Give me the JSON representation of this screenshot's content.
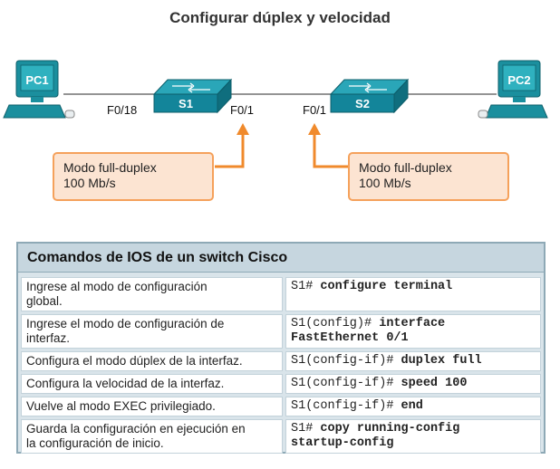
{
  "title": "Configurar dúplex y velocidad",
  "topology": {
    "pc1_label": "PC1",
    "pc2_label": "PC2",
    "s1_label": "S1",
    "s2_label": "S2",
    "port_s1_left": "F0/18",
    "port_s1_right": "F0/1",
    "port_s2_left": "F0/1",
    "colors": {
      "switch": "#13859a",
      "pc": "#1b8f9e",
      "arrow": "#f08a2c",
      "callout_border": "#f5a15b",
      "callout_fill": "#fce4d2"
    }
  },
  "callouts": [
    {
      "line1": "Modo full-duplex",
      "line2": "100 Mb/s"
    },
    {
      "line1": "Modo full-duplex",
      "line2": "100 Mb/s"
    }
  ],
  "panel": {
    "header": "Comandos de IOS de un switch Cisco",
    "rows": [
      {
        "desc_line1": "Ingrese al modo de configuración",
        "desc_line2": "global.",
        "prompt1": "S1#",
        "bold1": "configure terminal",
        "prompt2": "",
        "bold2": ""
      },
      {
        "desc_line1": "Ingrese el modo de configuración de",
        "desc_line2": "interfaz.",
        "prompt1": "S1(config)#",
        "bold1": "interface",
        "prompt2": "",
        "bold2": "FastEthernet 0/1"
      },
      {
        "desc_line1": "Configura el modo dúplex de la interfaz.",
        "desc_line2": "",
        "prompt1": "S1(config-if)#",
        "bold1": "duplex full",
        "prompt2": "",
        "bold2": ""
      },
      {
        "desc_line1": "Configura la velocidad de la interfaz.",
        "desc_line2": "",
        "prompt1": "S1(config-if)#",
        "bold1": "speed 100",
        "prompt2": "",
        "bold2": ""
      },
      {
        "desc_line1": "Vuelve al modo EXEC privilegiado.",
        "desc_line2": "",
        "prompt1": "S1(config-if)#",
        "bold1": "end",
        "prompt2": "",
        "bold2": ""
      },
      {
        "desc_line1": "Guarda la configuración en ejecución en",
        "desc_line2": "la configuración de inicio.",
        "prompt1": "S1#",
        "bold1": "copy running-config",
        "prompt2": "",
        "bold2": "startup-config"
      }
    ]
  }
}
